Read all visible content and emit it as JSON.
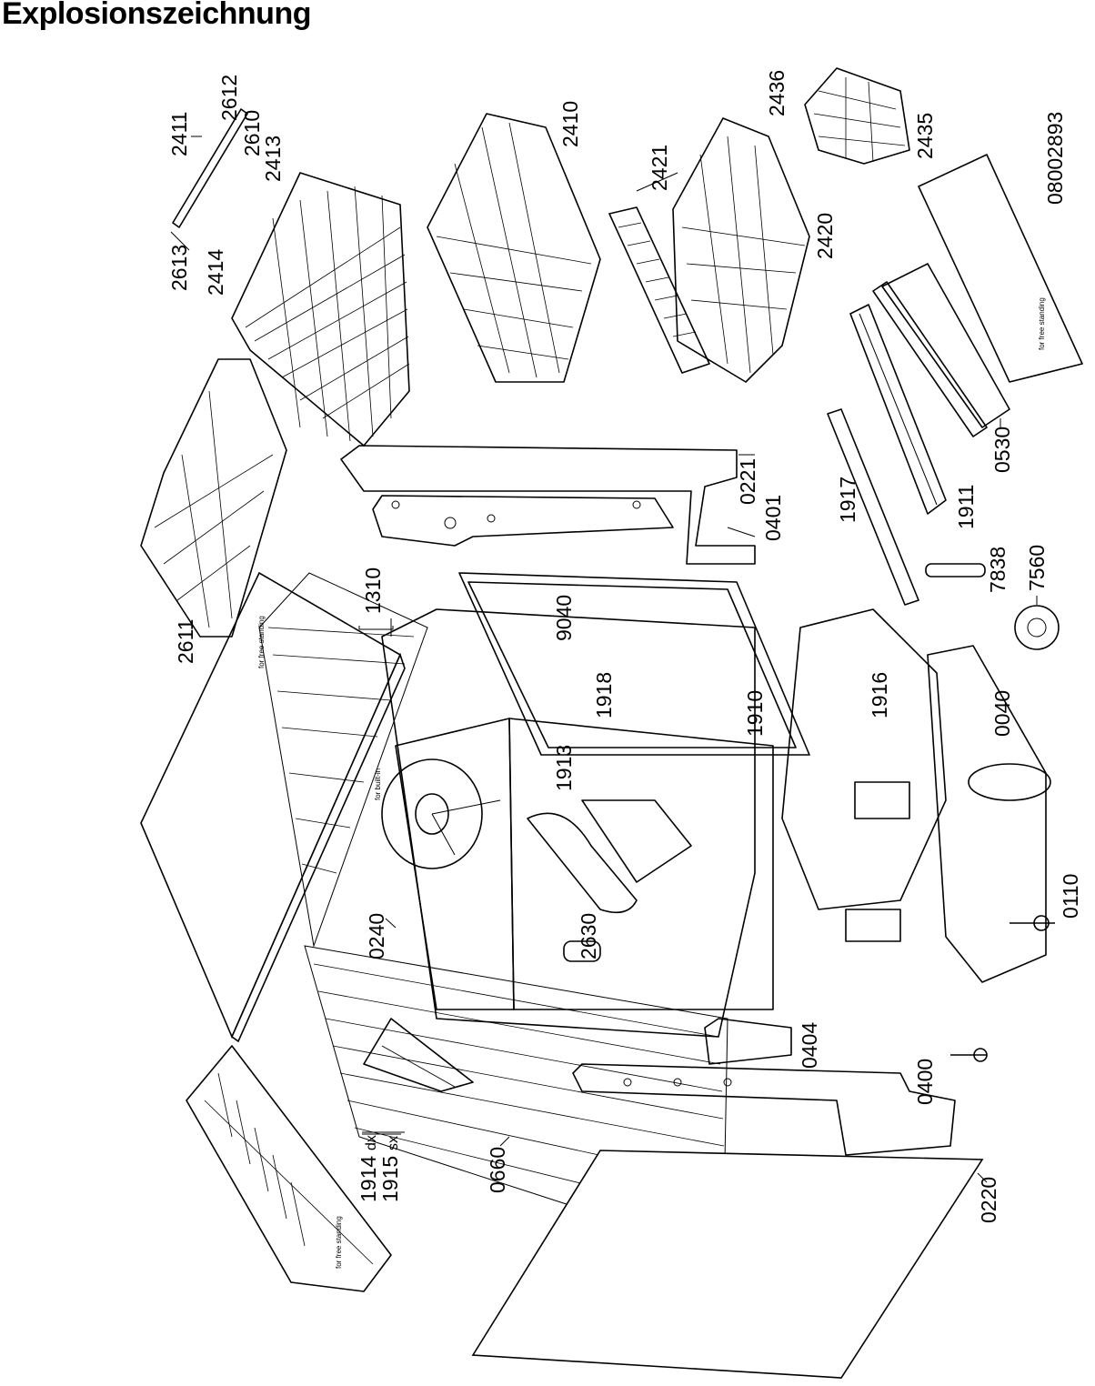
{
  "title": "Explosionszeichnung",
  "doc_number": "08002893",
  "parts": {
    "p2612": "2612",
    "p2611a": "2411",
    "p2610": "2610",
    "p2413": "2413",
    "p2613": "2613",
    "p2414": "2414",
    "p2410": "2410",
    "p2436": "2436",
    "p2435": "2435",
    "p2421": "2421",
    "p2420": "2420",
    "p0221": "0221",
    "p0401": "0401",
    "p1917": "1917",
    "p1911": "1911",
    "p0530": "0530",
    "p7838": "7838",
    "p7560": "7560",
    "p1310": "1310",
    "p9040": "9040",
    "p1918": "1918",
    "p1910": "1910",
    "p1916": "1916",
    "p0040": "0040",
    "p1913": "1913",
    "p2611": "2611",
    "p0240": "0240",
    "p2630": "2630",
    "p0110": "0110",
    "p0404": "0404",
    "p0400": "0400",
    "p1914": "1914",
    "p1915": "1915",
    "dx": "dx",
    "sx": "sx",
    "p0660": "0660",
    "p0220": "0220"
  },
  "notes": {
    "free_standing_1": "for free standing",
    "free_standing_2": "for free standing",
    "free_standing_3": "for free standing",
    "built_in": "for built-in"
  }
}
